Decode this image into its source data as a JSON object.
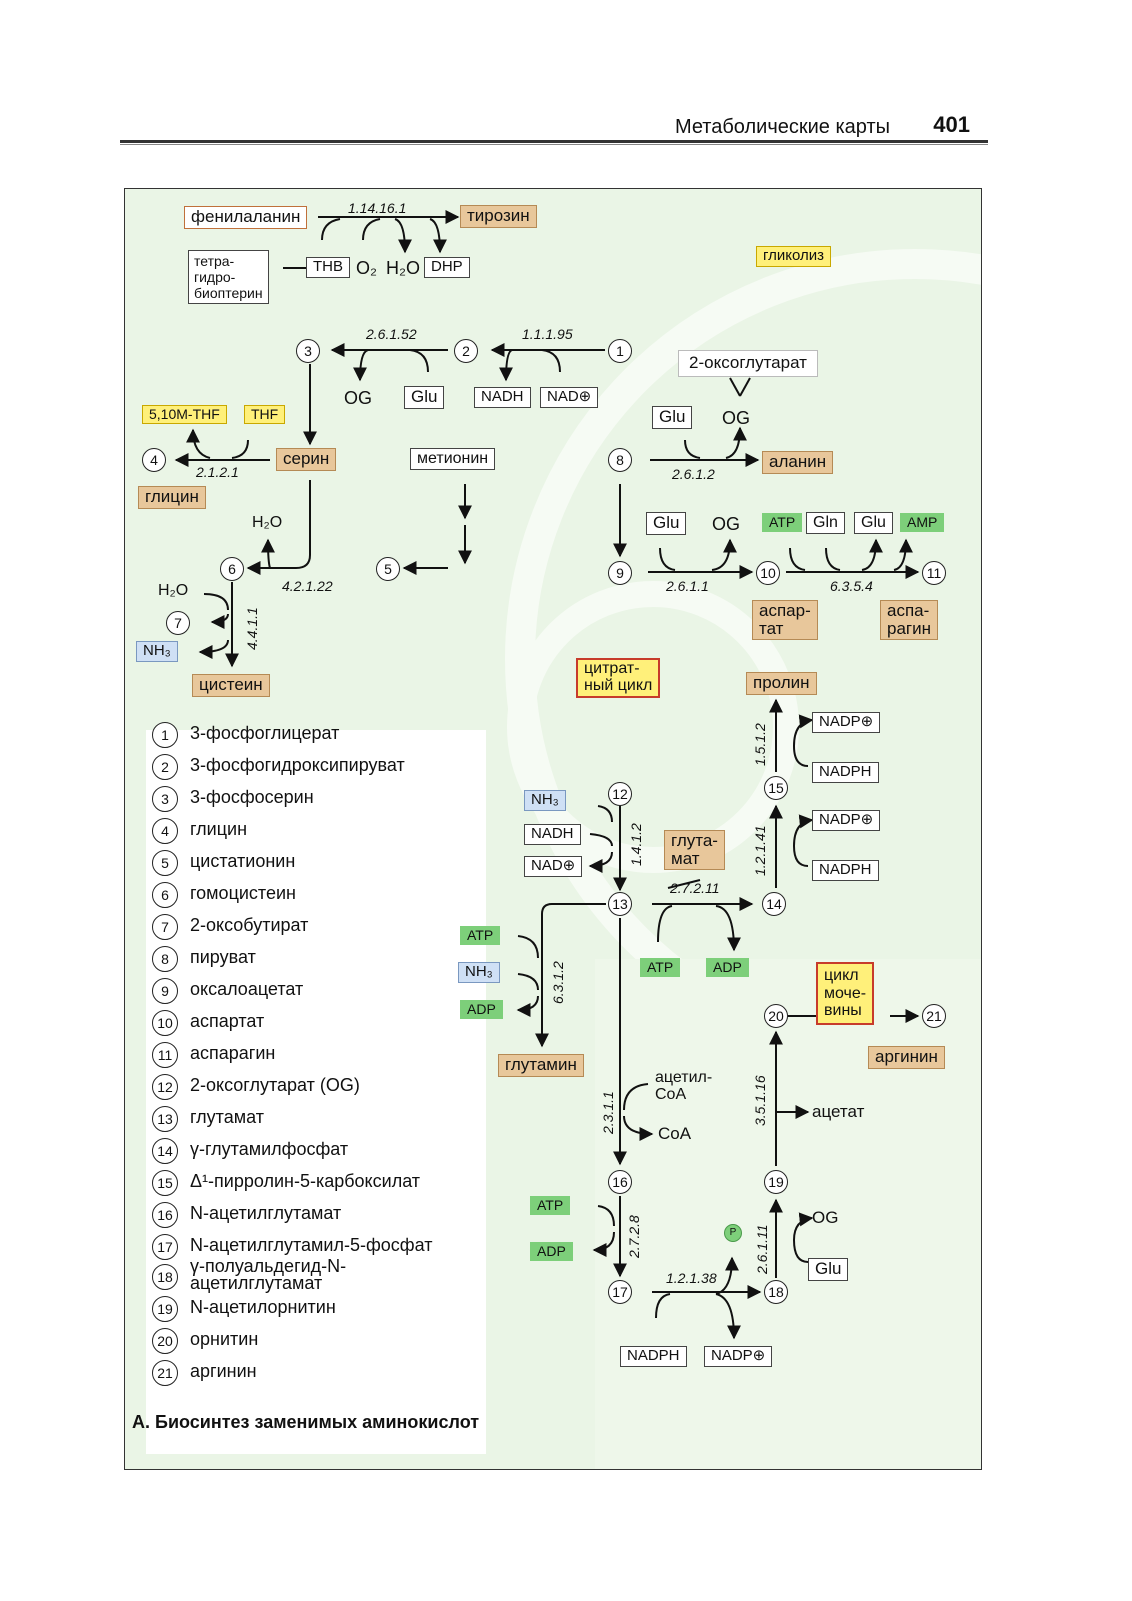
{
  "header": {
    "title": "Метаболические карты",
    "page_number": "401"
  },
  "caption": "А. Биосинтез заменимых аминокислот",
  "boxes": {
    "phenylalanine": "фенилаланин",
    "tyrosine": "тирозин",
    "tetra_line1": "тетра-",
    "tetra_line2": "гидро-",
    "tetra_line3": "биоптерин",
    "thb": "THB",
    "o2": "O₂",
    "h2o_top": "H₂O",
    "dhp": "DHP",
    "glycolysis": "гликолиз",
    "oxoglutarate_callout": "2-оксоглутарат",
    "og1": "OG",
    "glu1": "Glu",
    "nadh1": "NADH",
    "nad1": "NAD⊕",
    "methylene_thf": "5,10M-THF",
    "thf": "THF",
    "serine": "серин",
    "glycine": "глицин",
    "methionine": "метионин",
    "glu_ala": "Glu",
    "og_ala": "OG",
    "alanine": "аланин",
    "h2o_6": "H₂O",
    "h2o_7": "H₂O",
    "nh3_cys": "NH₃",
    "cysteine": "цистеин",
    "glu_9": "Glu",
    "og_9": "OG",
    "atp_11": "ATP",
    "gln_11": "Gln",
    "glu_11": "Glu",
    "amp_11": "AMP",
    "aspartate_l1": "аспар-",
    "aspartate_l2": "тат",
    "asparagine_l1": "аспа-",
    "asparagine_l2": "рагин",
    "citrate_l1": "цитрат-",
    "citrate_l2": "ный цикл",
    "proline": "пролин",
    "nadp_p1": "NADP⊕",
    "nadph_p1": "NADPH",
    "nadp_p2": "NADP⊕",
    "nadph_p2": "NADPH",
    "nh3_12": "NH₃",
    "nadh_12": "NADH",
    "nad_12": "NAD⊕",
    "glutamate_l1": "глута-",
    "glutamate_l2": "мат",
    "atp_14": "ATP",
    "adp_14": "ADP",
    "atp_gln": "ATP",
    "nh3_gln": "NH₃",
    "adp_gln": "ADP",
    "glutamine": "глутамин",
    "urea_l1": "цикл",
    "urea_l2": "моче-",
    "urea_l3": "вины",
    "arginine": "аргинин",
    "acetylcoa_l1": "ацетил-",
    "acetylcoa_l2": "CoA",
    "coa": "CoA",
    "acetate": "ацетат",
    "atp_16": "ATP",
    "adp_16": "ADP",
    "og_19": "OG",
    "glu_19": "Glu",
    "p_label": "P",
    "nadph_17": "NADPH",
    "nadp_17": "NADP⊕"
  },
  "enzymes": {
    "e1": "1.14.16.1",
    "e2": "2.6.1.52",
    "e3": "1.1.1.95",
    "e4": "2.1.2.1",
    "e5": "2.6.1.2",
    "e6": "4.2.1.22",
    "e7": "2.6.1.1",
    "e8": "6.3.5.4",
    "e9": "4.4.1.1",
    "e10": "1.5.1.2",
    "e11": "1.2.1.41",
    "e12": "1.4.1.2",
    "e13": "2.7.2.11",
    "e14": "6.3.1.2",
    "e15": "3.5.1.16",
    "e16": "2.3.1.1",
    "e17": "2.7.2.8",
    "e18": "2.6.1.11",
    "e19": "1.2.1.38"
  },
  "nodes": [
    "1",
    "2",
    "3",
    "4",
    "5",
    "6",
    "7",
    "8",
    "9",
    "10",
    "11",
    "12",
    "13",
    "14",
    "15",
    "16",
    "17",
    "18",
    "19",
    "20",
    "21"
  ],
  "legend": [
    {
      "n": "1",
      "text": "3-фосфоглицерат"
    },
    {
      "n": "2",
      "text": "3-фосфогидроксипируват"
    },
    {
      "n": "3",
      "text": "3-фосфосерин"
    },
    {
      "n": "4",
      "text": "глицин"
    },
    {
      "n": "5",
      "text": "цистатионин"
    },
    {
      "n": "6",
      "text": "гомоцистеин"
    },
    {
      "n": "7",
      "text": "2-оксобутират"
    },
    {
      "n": "8",
      "text": "пируват"
    },
    {
      "n": "9",
      "text": "оксалоацетат"
    },
    {
      "n": "10",
      "text": "аспартат"
    },
    {
      "n": "11",
      "text": "аспарагин"
    },
    {
      "n": "12",
      "text": "2-оксоглутарат (OG)"
    },
    {
      "n": "13",
      "text": "глутамат"
    },
    {
      "n": "14",
      "text": "γ-глутамилфосфат"
    },
    {
      "n": "15",
      "text": "Δ¹-пирролин-5-карбоксилат"
    },
    {
      "n": "16",
      "text": "N-ацетилглутамат"
    },
    {
      "n": "17",
      "text": "N-ацетилглутамил-5-фосфат"
    },
    {
      "n": "18",
      "text": "γ-полуальдегид-N-ацетилглутамат"
    },
    {
      "n": "19",
      "text": "N-ацетилорнитин"
    },
    {
      "n": "20",
      "text": "орнитин"
    },
    {
      "n": "21",
      "text": "аргинин"
    }
  ],
  "colors": {
    "background_panel": "#eaf5e6",
    "product_tan": "#e8c79b",
    "cycle_yellow": "#fff07a",
    "cofactor_green": "#7dcf7a",
    "ammonia_blue": "#cfe0f5",
    "acetyl_pink": "#f8d6df"
  }
}
